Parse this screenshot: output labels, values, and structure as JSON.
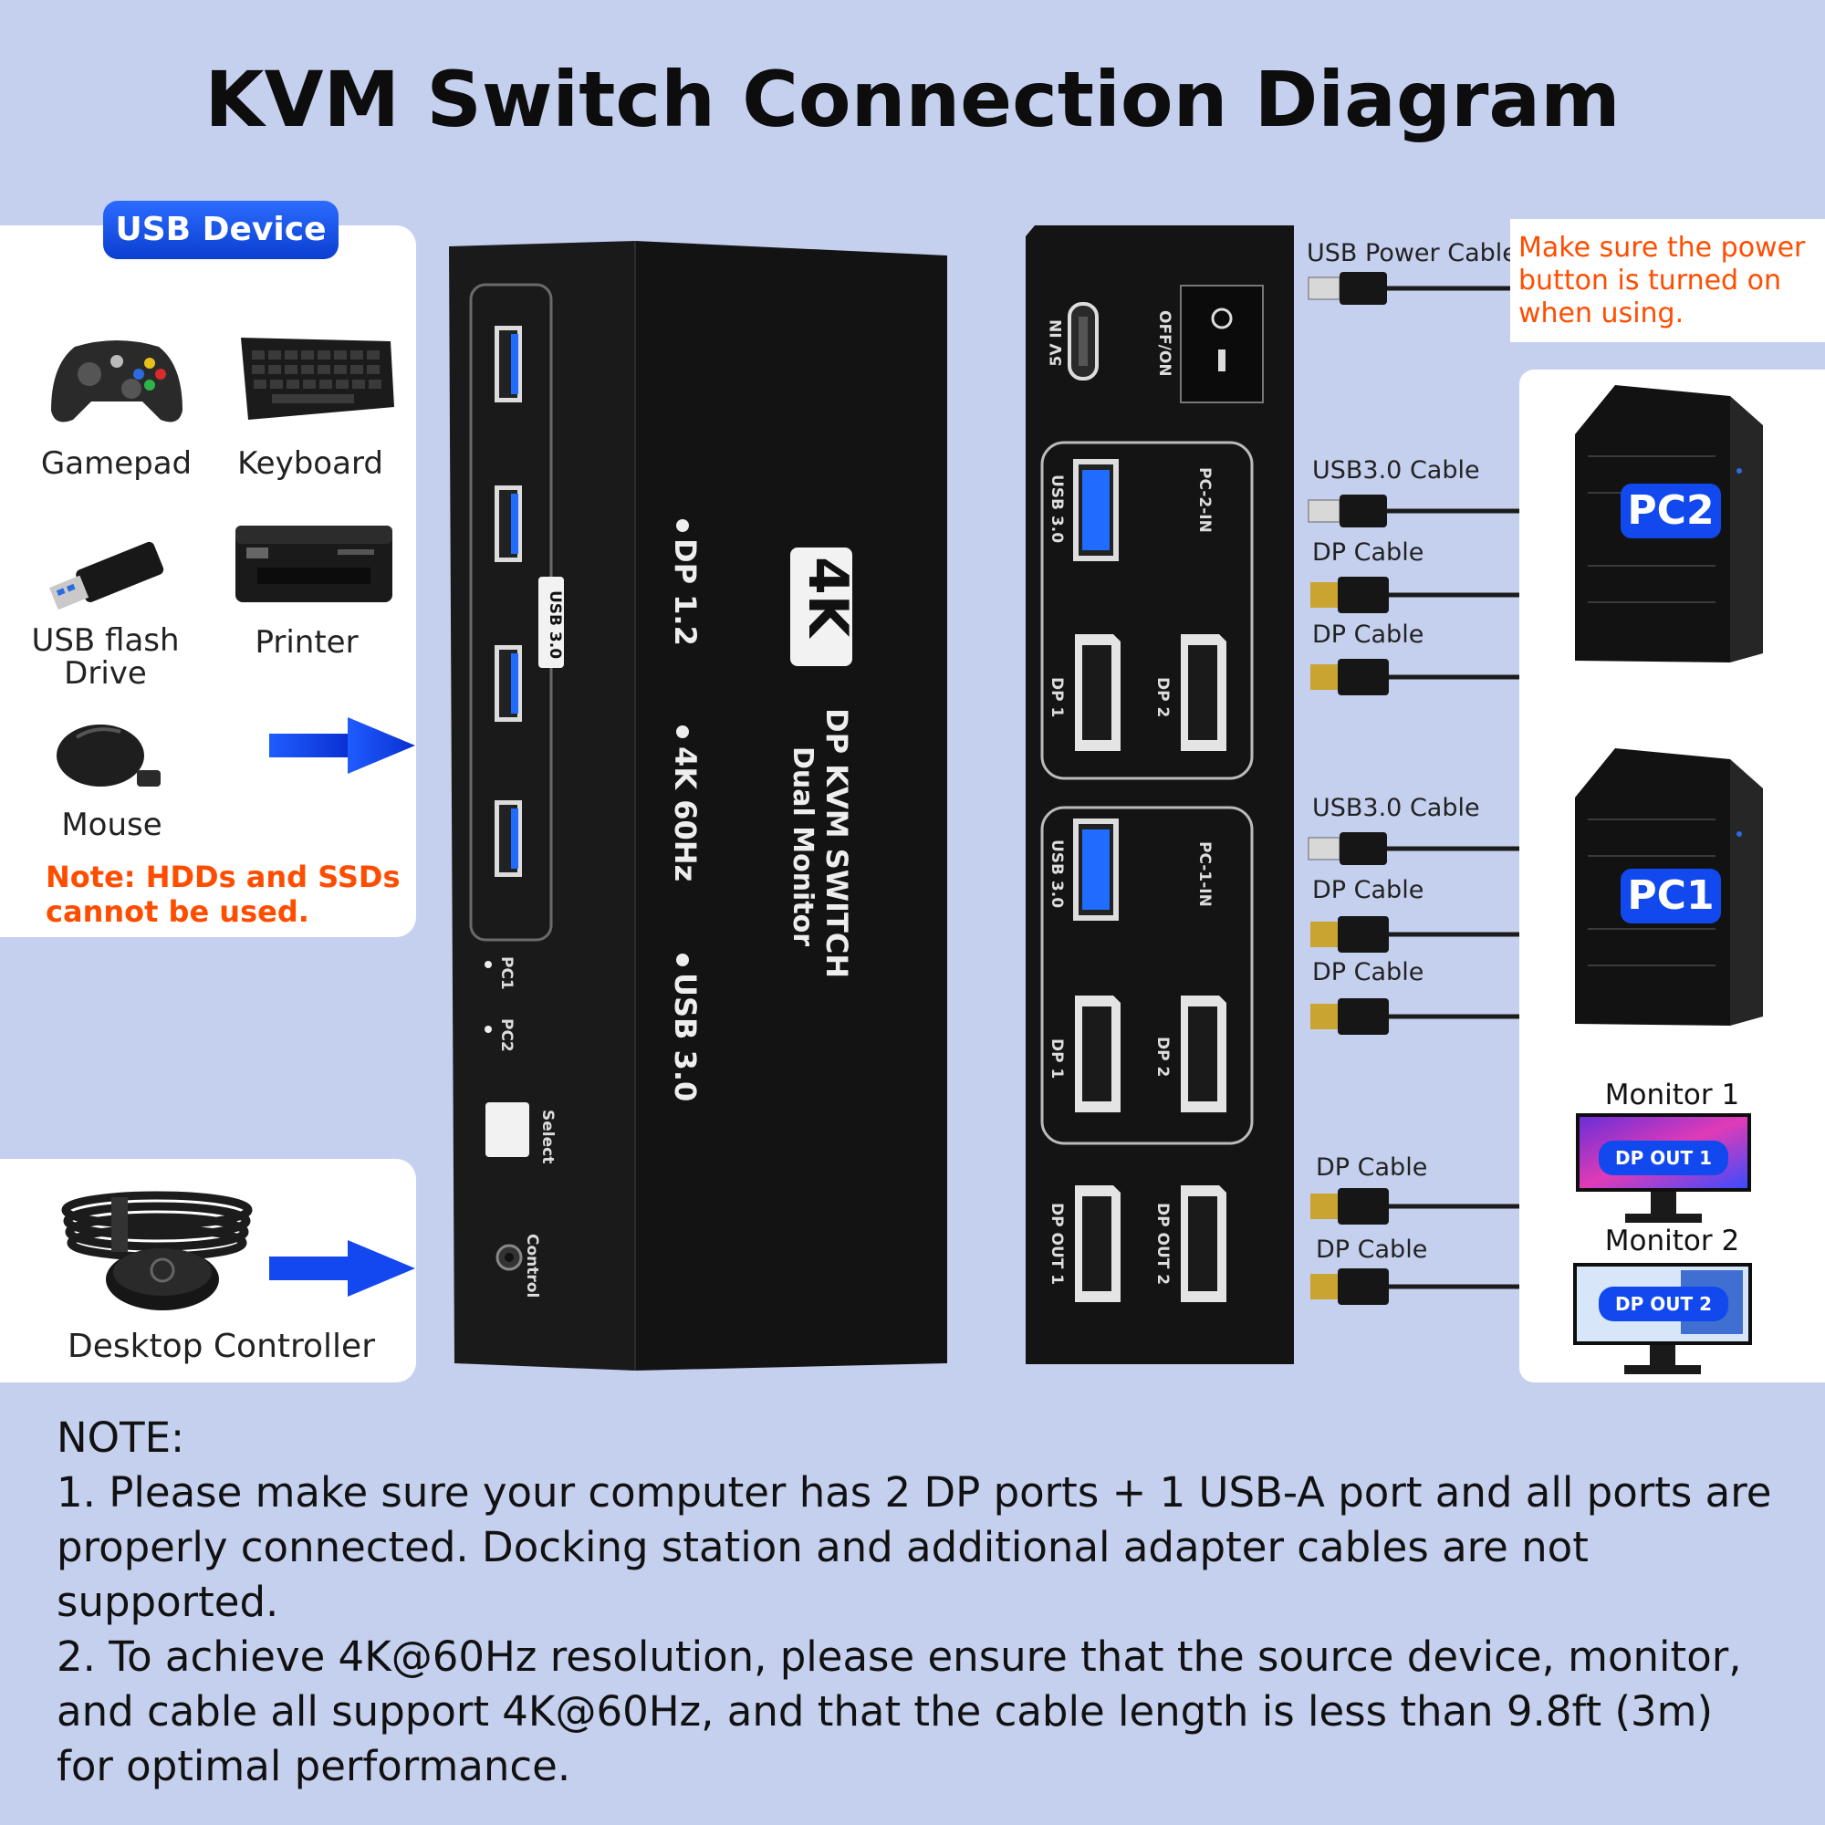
{
  "title": "KVM Switch Connection Diagram",
  "usb_panel": {
    "badge": "USB Device",
    "devices": [
      {
        "label": "Gamepad",
        "icon": "gamepad-icon"
      },
      {
        "label": "Keyboard",
        "icon": "keyboard-icon"
      },
      {
        "label": "USB flash\nDrive",
        "icon": "usb-flash-drive-icon"
      },
      {
        "label": "Printer",
        "icon": "printer-icon"
      },
      {
        "label": "Mouse",
        "icon": "mouse-icon"
      }
    ],
    "note": "Note:  HDDs and SSDs\ncannot be used."
  },
  "controller_panel": {
    "label": "Desktop Controller"
  },
  "front_panel": {
    "usb_label": "USB 3.0",
    "led_pc1": "PC1",
    "led_pc2": "PC2",
    "select_label": "Select",
    "control_label": "Control",
    "badge_4k": "4K",
    "product_line1": "DP KVM SWITCH",
    "product_line2": "Dual Monitor",
    "features": [
      "DP 1.2",
      "4K 60Hz",
      "USB 3.0"
    ]
  },
  "back_panel": {
    "power_in": "5V IN",
    "switch_label": "OFF/ON",
    "pc2_group": {
      "usb": "USB 3.0",
      "name": "PC-2-IN",
      "dp1": "DP 1",
      "dp2": "DP 2"
    },
    "pc1_group": {
      "usb": "USB 3.0",
      "name": "PC-1-IN",
      "dp1": "DP 1",
      "dp2": "DP 2"
    },
    "out": {
      "dp_out1": "DP OUT 1",
      "dp_out2": "DP OUT 2"
    }
  },
  "cables": {
    "power": "USB Power Cable",
    "usb3_pc2": "USB3.0 Cable",
    "dp_pc2_a": "DP Cable",
    "dp_pc2_b": "DP Cable",
    "usb3_pc1": "USB3.0 Cable",
    "dp_pc1_a": "DP Cable",
    "dp_pc1_b": "DP Cable",
    "dp_mon1": "DP Cable",
    "dp_mon2": "DP Cable"
  },
  "power_note": "Make sure the power\nbutton is turned on\nwhen using.",
  "computers": {
    "pc2": "PC2",
    "pc1": "PC1"
  },
  "monitors": {
    "m1_title": "Monitor 1",
    "m1_badge": "DP OUT 1",
    "m2_title": "Monitor 2",
    "m2_badge": "DP OUT 2"
  },
  "notes": {
    "heading": "NOTE:",
    "items": [
      "1. Please make sure your computer has 2 DP ports + 1 USB-A port and all ports are properly connected. Docking station and additional adapter cables are not supported.",
      "2. To achieve 4K@60Hz resolution, please ensure that the source device, monitor, and cable all support 4K@60Hz, and that the cable length is less than 9.8ft (3m) for optimal performance."
    ]
  },
  "colors": {
    "background": "#c4d0ee",
    "accent_blue": "#1246e0",
    "warning_orange": "#ff4d00",
    "device_black": "#131313"
  }
}
